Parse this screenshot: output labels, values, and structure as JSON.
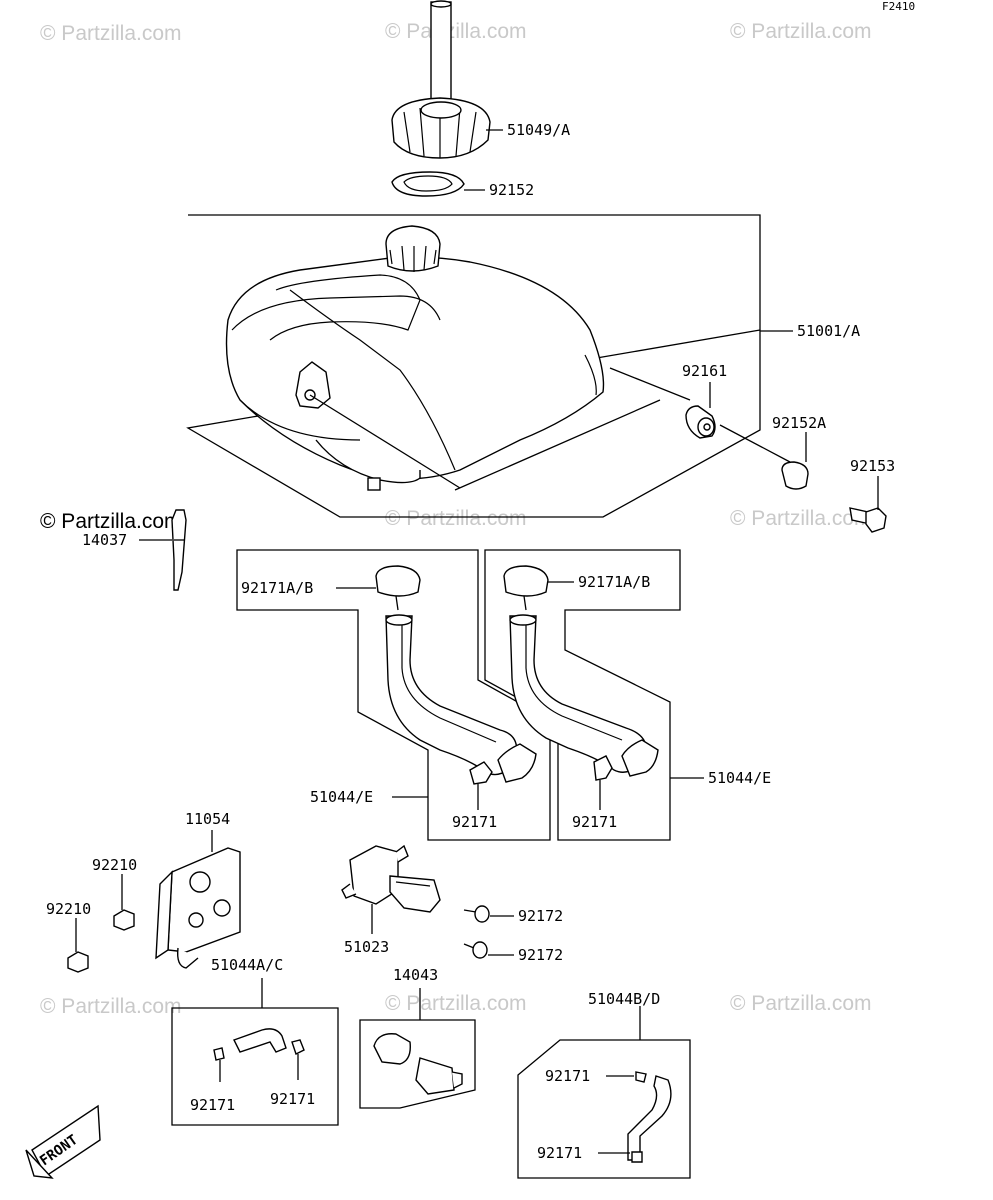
{
  "figure_code": "F2410",
  "watermark": "© Partzilla.com",
  "parts": {
    "cap": "51049/A",
    "cap_gasket": "92152",
    "tank": "51001/A",
    "damper": "92161",
    "damper_collar": "92152A",
    "bolt": "92153",
    "rod": "14037",
    "clamp_left": "92171A/B",
    "clamp_right": "92171A/B",
    "hose_left": "51044/E",
    "hose_right": "51044/E",
    "hose_left_clip": "92171",
    "hose_right_clip": "92171",
    "bracket": "11054",
    "nut_upper": "92210",
    "nut_lower": "92210",
    "fuel_cock": "51023",
    "screw_upper": "92172",
    "screw_lower": "92172",
    "hose_ac": "51044A/C",
    "hose_ac_clip_left": "92171",
    "hose_ac_clip_right": "92171",
    "pump": "14043",
    "hose_bd": "51044B/D",
    "hose_bd_clip_upper": "92171",
    "hose_bd_clip_lower": "92171"
  },
  "front_label": "FRONT"
}
